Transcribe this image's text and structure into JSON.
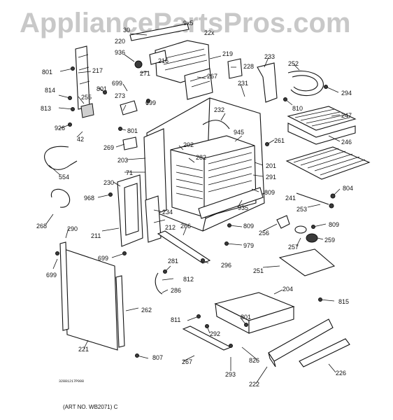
{
  "watermark": "AppliancePartsPros.com",
  "caption": "(ART NO. WB2071) C",
  "figure_code": "32881217P008",
  "callouts": {
    "c801a": "801",
    "c217": "217",
    "c220": "220",
    "c30": "30",
    "c9x5": "9x5",
    "c22x": "22x",
    "c936": "936",
    "c271": "271",
    "c699a": "699",
    "c216": "216",
    "c219": "219",
    "c267a": "267",
    "c228": "228",
    "c233": "233",
    "c252": "252",
    "c294": "294",
    "c814": "814",
    "c255": "255",
    "c801b": "801",
    "c273": "273",
    "c699b": "699",
    "c231": "231",
    "c810": "810",
    "c247": "247",
    "c813": "813",
    "c926": "926",
    "c42": "42",
    "c801c": "801",
    "c232": "232",
    "c945": "945",
    "c246": "246",
    "c269": "269",
    "c202": "202",
    "c261": "261",
    "c203": "203",
    "c282": "282",
    "c201": "201",
    "c554": "554",
    "c71": "71",
    "c291": "291",
    "c230": "230",
    "c809a": "809",
    "c804": "804",
    "c241": "241",
    "c968": "968",
    "c935": "935",
    "c253": "253",
    "c268": "268",
    "c234": "234",
    "c290": "290",
    "c211": "211",
    "c212": "212",
    "c266": "266",
    "c809b": "809",
    "c256": "256",
    "c809c": "809",
    "c979": "979",
    "c257": "257",
    "c259": "259",
    "c699c": "699",
    "c699d": "699",
    "c281": "281",
    "c296": "296",
    "c812": "812",
    "c251": "251",
    "c286": "286",
    "c204": "204",
    "c815": "815",
    "c262": "262",
    "c811": "811",
    "c801d": "801",
    "c292": "292",
    "c221": "221",
    "c807": "807",
    "c267b": "267",
    "c826": "826",
    "c226": "226",
    "c293": "293",
    "c222": "222"
  }
}
